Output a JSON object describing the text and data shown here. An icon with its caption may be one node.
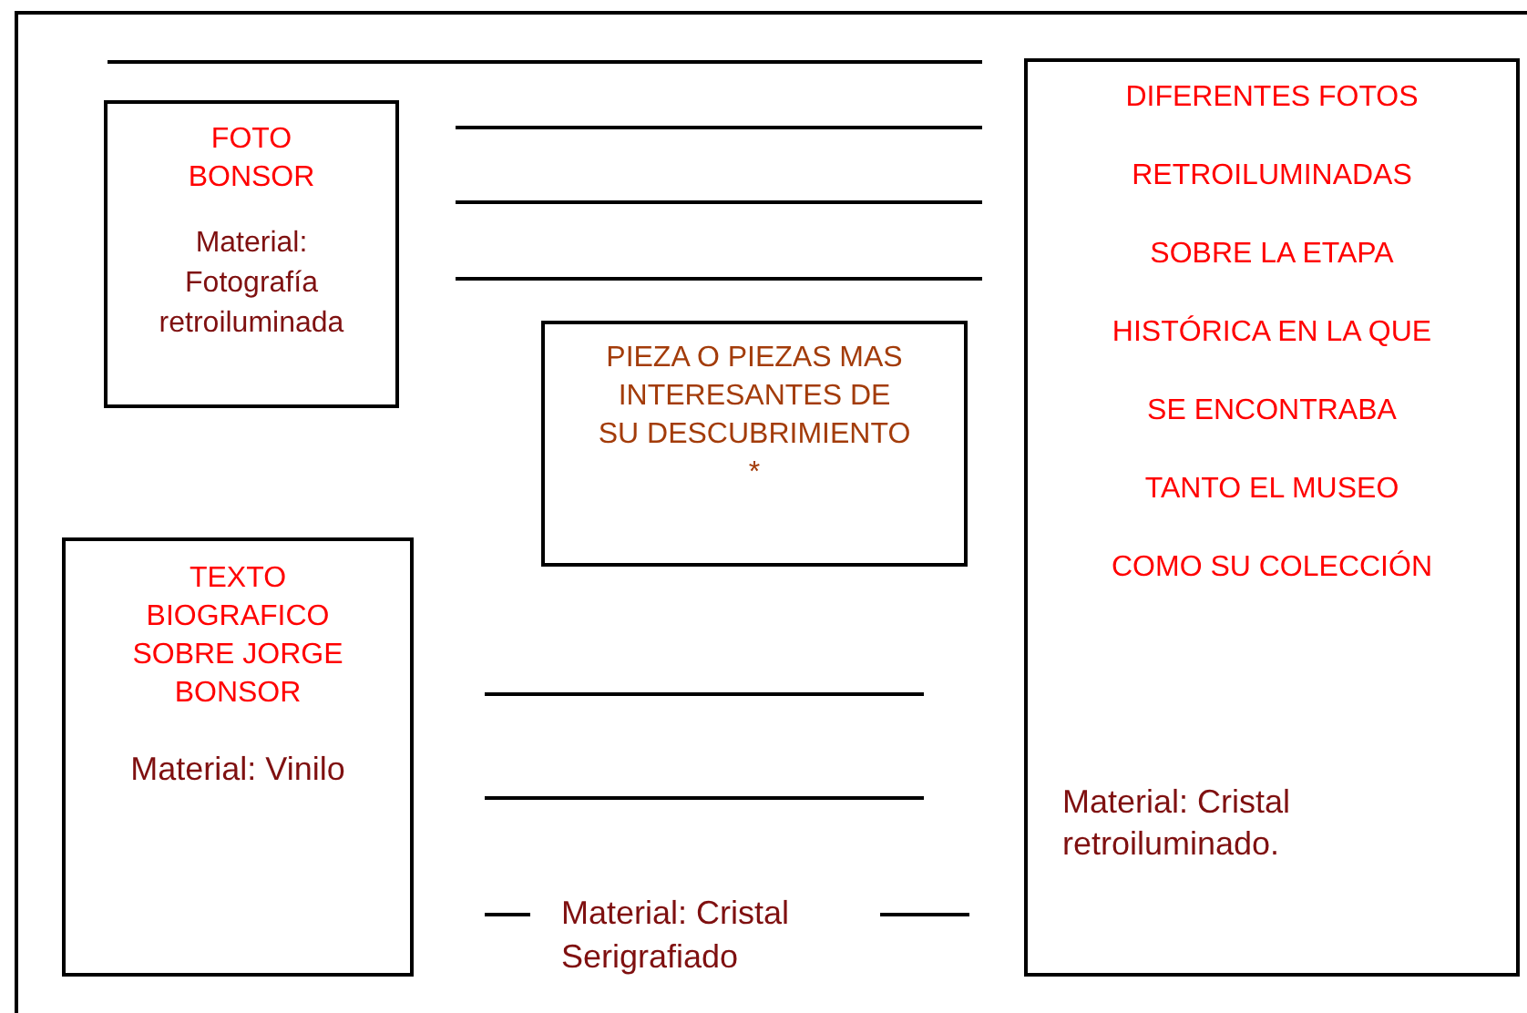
{
  "diagram": {
    "nodes": [
      {
        "text": [],
        "shape": "box"
      },
      {
        "text": [
          "FOTO BONSOR",
          "Material: Fotografía retroiluminada"
        ],
        "in": 0
      },
      {
        "text": [
          "PIEZA O PIEZAS MAS INTERESANTES DE SU DESCUBRIMIENTO *"
        ],
        "in": 0
      },
      {
        "text": [
          "DIFERENTES FOTOS",
          "RETROILUMINADAS",
          "SOBRE LA ETAPA",
          "HISTÓRICA EN LA QUE",
          "SE ENCONTRABA",
          "TANTO EL MUSEO",
          "COMO SU COLECCIÓN",
          "Material: Cristal retroiluminado."
        ],
        "in": 0
      },
      {
        "text": [
          "TEXTO BIOGRAFICO SOBRE JORGE BONSOR",
          "Material: Vinilo"
        ],
        "in": 0
      }
    ],
    "labels": [
      "Material: Cristal Serigrafiado"
    ]
  }
}
